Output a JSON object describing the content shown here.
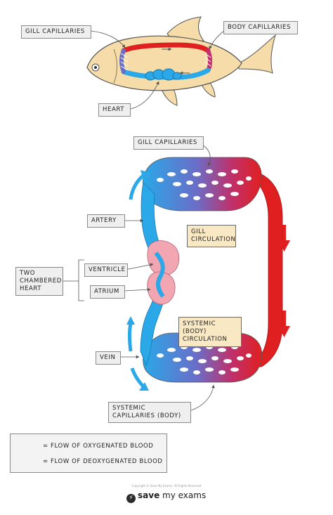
{
  "labels": {
    "fish_gill_capillaries": "GILL CAPILLARIES",
    "fish_body_capillaries": "BODY CAPILLARIES",
    "fish_heart": "HEART",
    "gill_capillaries": "GILL CAPILLARIES",
    "artery": "ARTERY",
    "ventricle": "VENTRICLE",
    "atrium": "ATRIUM",
    "two_chambered_heart": "TWO CHAMBERED HEART",
    "vein": "VEIN",
    "systemic_capillaries": "SYSTEMIC CAPILLARIES (BODY)",
    "gill_circulation": "GILL CIRCULATION",
    "systemic_circulation": "SYSTEMIC (BODY) CIRCULATION"
  },
  "legend": {
    "oxygenated": "= FLOW OF OXYGENATED BLOOD",
    "deoxygenated": "= FLOW OF DEOXYGENATED BLOOD"
  },
  "colors": {
    "oxygenated": "#e02020",
    "deoxygenated": "#2aa8e8",
    "fish_body": "#f5dca8",
    "heart_pink": "#f2a6b2",
    "circulation_box": "#f8e8c4"
  },
  "footer": {
    "copyright": "Copyright © Save My Exams. All Rights Reserved",
    "brand_prefix": "save",
    "brand_suffix": "my exams"
  }
}
